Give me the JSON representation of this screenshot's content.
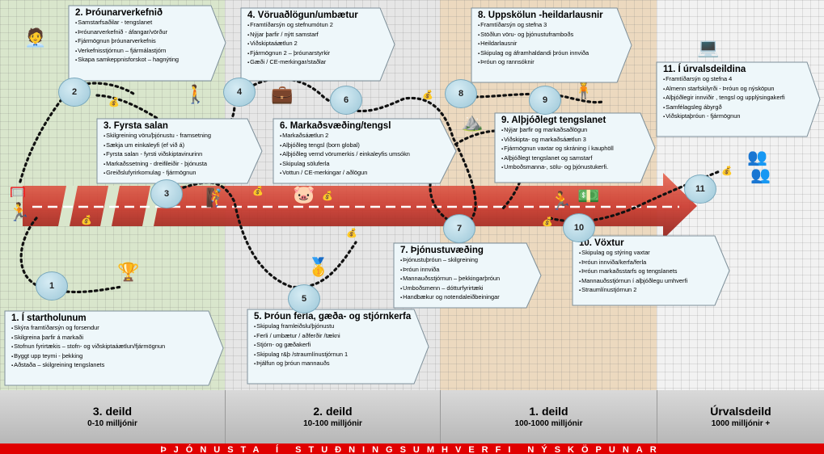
{
  "colors": {
    "band_green": "#d9e6cc",
    "band_grey": "#e6e6e6",
    "band_tan": "#ecd9bf",
    "band_elite": "#f2f2f2",
    "arrow_red": "#cc3a2e",
    "callout_fill": "#eef7fa",
    "node_blue": "#a9d0df",
    "footer_red": "#e00000"
  },
  "stages": [
    {
      "title": "1. Í startholunum",
      "items": [
        "Skýra framtíðarsýn og forsendur",
        "Skilgreina þarfir á markaði",
        "Stofnun fyrirtækis – stofn- og viðskiptaáætlun/fjármögnun",
        "Byggt upp teymi - þekking",
        "Aðstaða – skilgreining tengslanets"
      ]
    },
    {
      "title": "2. Þróunarverkefnið",
      "items": [
        "Samstarfsaðilar - tengslanet",
        "Þróunarverkefnið - áfangar/vörður",
        "Fjármögnun þróunarverkefnis",
        "Verkefnisstjórnun – fjármálastjórn",
        "Skapa samkeppnisforskot – hagnýting"
      ]
    },
    {
      "title": "3. Fyrsta salan",
      "items": [
        "Skilgreining vöru/þjónustu - framsetning",
        "Sækja um einkaleyfi (ef við á)",
        "Fyrsta salan - fyrsti viðskiptavinurinn",
        "Markaðssetning - dreifileiðir - þjónusta",
        "Greiðslufyrirkomulag - fjármögnun"
      ]
    },
    {
      "title": "4. Vöruaðlögun/umbætur",
      "items": [
        "Framtíðarsýn og stefnumótun 2",
        "Nýjar þarfir / nýtt samstarf",
        "Viðskiptaáætlun 2",
        "Fjármögnun 2 – þróunarstyrkir",
        "Gæði / CE-merkingar/staðlar"
      ]
    },
    {
      "title": "5. Þróun ferla, gæða- og stjórnkerfa",
      "items": [
        "Skipulag framleiðslu/þjónustu",
        "Ferli / umbætur / aðferðir /tækni",
        "Stjórn- og gæðakerfi",
        "Skipulag r&þ /straumlínustjórnun 1",
        "Þjálfun og þróun mannauðs"
      ]
    },
    {
      "title": "6. Markaðsvæðing/tengsl",
      "items": [
        "Markaðsáætlun 2",
        "Alþjóðleg tengsl (born global)",
        "Alþjóðleg vernd vörumerkis / einkaleyfis umsókn",
        "Skipulag söluferla",
        "Vottun / CE-merkingar / aðlögun"
      ]
    },
    {
      "title": "7. Þjónustuvæðing",
      "items": [
        "Þjónustuþróun – skilgreining",
        "Þróun innviða",
        "Mannauðsstjórnun – þekkingarþróun",
        "Umboðsmenn – dótturfyrirtæki",
        "Handbækur og notendaleiðbeiningar"
      ]
    },
    {
      "title": "8. Uppskölun -heildarlausnir",
      "items": [
        "Framtíðarsýn og stefna 3",
        "Stöðlun vöru- og þjónustuframboðs",
        "Heildarlausnir",
        "Skipulag og áframhaldandi þróun innviða",
        "Þróun og rannsóknir"
      ]
    },
    {
      "title": "9. Alþjóðlegt tengslanet",
      "items": [
        "Nýjar þarfir og markaðsaðlögun",
        "Viðskipta- og markaðsáætlun 3",
        "Fjármögnun vaxtar og skráning í kauphöll",
        "Alþjóðlegt tengslanet og samstarf",
        "Umboðsmanna-, sölu- og þjónustukerfi."
      ]
    },
    {
      "title": "10.  Vöxtur",
      "items": [
        "Skipulag og stýring vaxtar",
        "Þróun innviða/kerfa/ferla",
        "Þróun markaðsstarfs og tengslanets",
        "Mannauðsstjórnun í alþjóðlegu umhverfi",
        "Straumlínustjórnun 2"
      ]
    },
    {
      "title": "11.  Í úrvalsdeildina",
      "items": [
        "Framtíðarsýn og stefna 4",
        "Almenn starfskilyrði - Þróun og nýsköpun",
        "Alþjóðlegir innviðir , tengsl og upplýsingakerfi",
        "Samfélagsleg ábyrgð",
        "Viðskiptaþróun - fjármögnun"
      ]
    }
  ],
  "nodes": [
    "1",
    "2",
    "3",
    "4",
    "5",
    "6",
    "7",
    "8",
    "9",
    "10",
    "11"
  ],
  "divisions": [
    {
      "name": "3. deild",
      "range": "0-10 milljónir"
    },
    {
      "name": "2. deild",
      "range": "10-100 milljónir"
    },
    {
      "name": "1. deild",
      "range": "100-1000 milljónir"
    },
    {
      "name": "Úrvalsdeild",
      "range": "1000 milljónir +"
    }
  ],
  "footer": "ÞJÓNUSTA Í STUÐNINGSUMHVERFI NÝSKÖPUNAR",
  "icons": [
    "money-bag-icon",
    "runner-icon",
    "person-icon",
    "computer-icon",
    "briefcase-icon",
    "podium-icon",
    "cash-icon",
    "climber-icon"
  ]
}
